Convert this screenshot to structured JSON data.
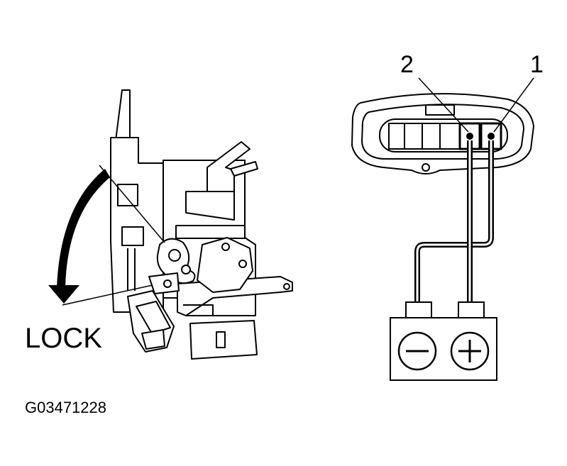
{
  "diagram": {
    "lock_label": "LOCK",
    "figure_code": "G03471228",
    "connector": {
      "pins": [
        {
          "label": "1"
        },
        {
          "label": "2"
        }
      ]
    },
    "battery": {
      "negative_symbol": "minus-icon",
      "positive_symbol": "plus-icon"
    },
    "colors": {
      "ink": "#000000",
      "fill": "#ffffff"
    }
  }
}
